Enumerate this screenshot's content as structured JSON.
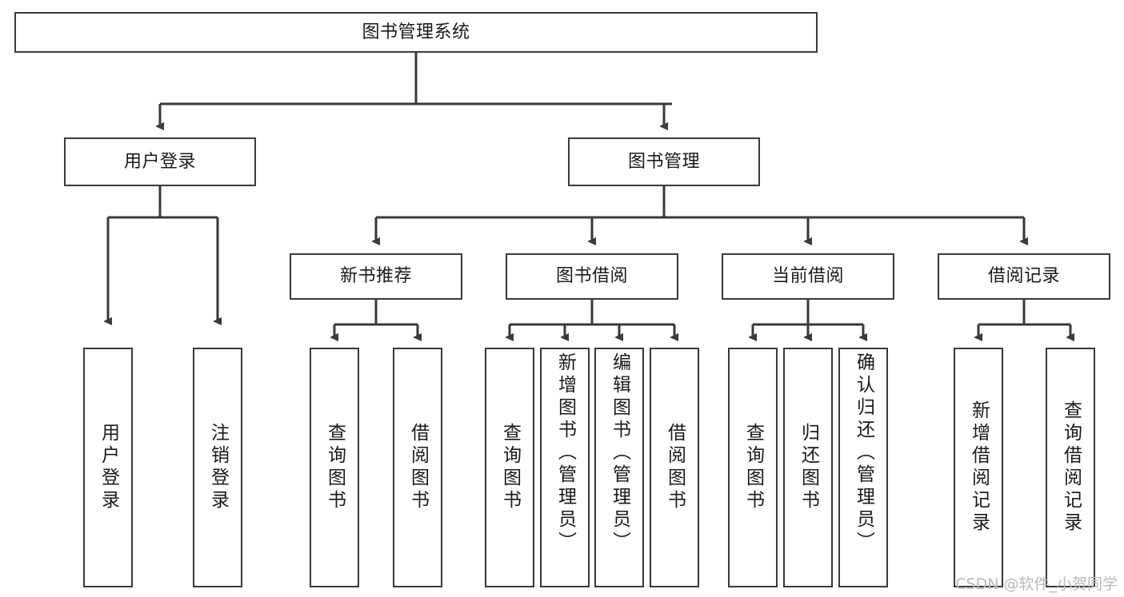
{
  "diagram": {
    "title": "图书管理系统",
    "type": "tree",
    "watermark": "CSDN @软件_小贺同学",
    "colors": {
      "box_border": "#3a3a3a",
      "box_fill": "#ffffff",
      "edge": "#3a3a3a",
      "text": "#1a1a1a",
      "watermark": "#b9b9b9"
    },
    "nodes": {
      "root": "图书管理系统",
      "level2": [
        {
          "id": "user-login",
          "label": "用户登录"
        },
        {
          "id": "book-management",
          "label": "图书管理"
        }
      ],
      "level3": [
        {
          "id": "new-book-recommend",
          "label": "新书推荐"
        },
        {
          "id": "book-borrow",
          "label": "图书借阅"
        },
        {
          "id": "current-borrow",
          "label": "当前借阅"
        },
        {
          "id": "borrow-record",
          "label": "借阅记录"
        }
      ],
      "leaves": {
        "user-login": [
          {
            "id": "leaf-user-login",
            "label": "用户登录"
          },
          {
            "id": "leaf-logout",
            "label": "注销登录"
          }
        ],
        "new-book-recommend": [
          {
            "id": "leaf-query-book-1",
            "label": "查询图书"
          },
          {
            "id": "leaf-borrow-book-1",
            "label": "借阅图书"
          }
        ],
        "book-borrow": [
          {
            "id": "leaf-query-book-2",
            "label": "查询图书"
          },
          {
            "id": "leaf-add-book",
            "label": "新增图书（管理员）"
          },
          {
            "id": "leaf-edit-book",
            "label": "编辑图书（管理员）"
          },
          {
            "id": "leaf-borrow-book-2",
            "label": "借阅图书"
          }
        ],
        "current-borrow": [
          {
            "id": "leaf-query-book-3",
            "label": "查询图书"
          },
          {
            "id": "leaf-return-book",
            "label": "归还图书"
          },
          {
            "id": "leaf-confirm-return",
            "label": "确认归还（管理员）"
          }
        ],
        "borrow-record": [
          {
            "id": "leaf-add-record",
            "label": "新增借阅记录"
          },
          {
            "id": "leaf-query-record",
            "label": "查询借阅记录"
          }
        ]
      }
    }
  }
}
